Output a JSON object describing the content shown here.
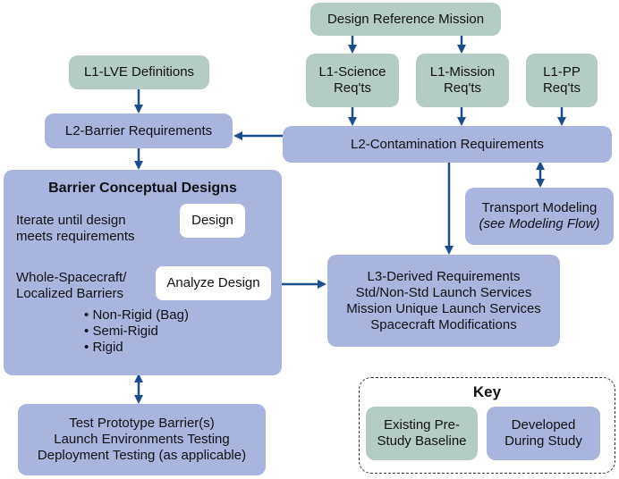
{
  "nodes": {
    "design_reference_mission": "Design Reference Mission",
    "l1_lve": "L1-LVE Definitions",
    "l1_science": [
      "L1-Science",
      "Req'ts"
    ],
    "l1_mission": [
      "L1-Mission",
      "Req'ts"
    ],
    "l1_pp": [
      "L1-PP",
      "Req'ts"
    ],
    "l2_barrier": "L2-Barrier Requirements",
    "l2_contamination": "L2-Contamination Requirements",
    "transport_modeling": "Transport Modeling",
    "transport_modeling_note": "(see Modeling Flow)",
    "l3_derived": [
      "L3-Derived Requirements",
      "Std/Non-Std Launch Services",
      "Mission Unique Launch Services",
      "Spacecraft Modifications"
    ],
    "test_prototype": [
      "Test Prototype Barrier(s)",
      "Launch Environments Testing",
      "Deployment Testing (as applicable)"
    ]
  },
  "barrier_group": {
    "title": "Barrier Conceptual Designs",
    "iterate_text": [
      "Iterate until design",
      "meets requirements"
    ],
    "design": "Design",
    "analyze_design": "Analyze Design",
    "barrier_types_heading": [
      "Whole-Spacecraft/",
      "Localized Barriers"
    ],
    "barrier_types": [
      "Non-Rigid (Bag)",
      "Semi-Rigid",
      "Rigid"
    ],
    "bullet": "•"
  },
  "key": {
    "title": "Key",
    "existing": [
      "Existing Pre-",
      "Study Baseline"
    ],
    "developed": [
      "Developed",
      "During Study"
    ]
  },
  "colors": {
    "teal": "#b5ccc5",
    "blue": "#a9b5de",
    "arrow": "#1a4e8c"
  }
}
